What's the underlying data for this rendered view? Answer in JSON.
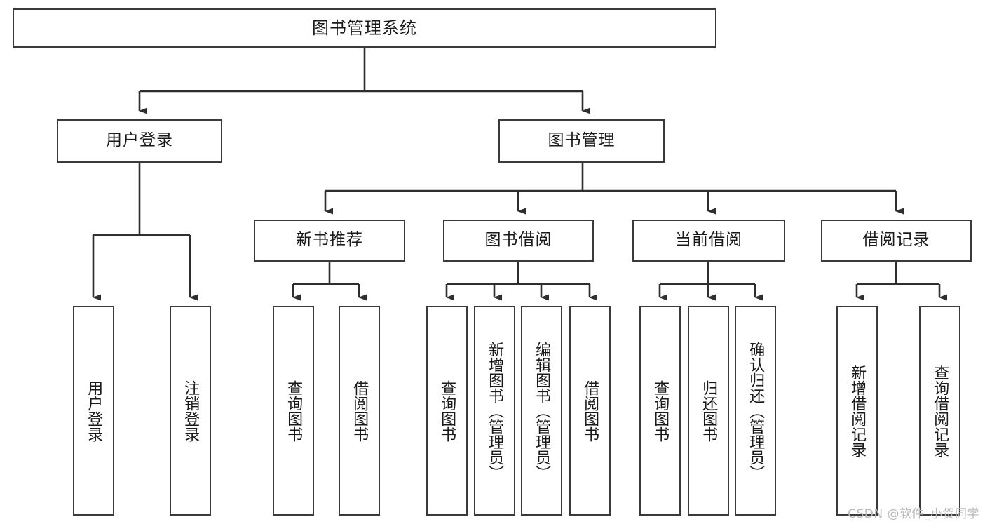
{
  "diagram": {
    "type": "hierarchy-tree",
    "title_node": "图书管理系统",
    "orientation": "top-down",
    "watermark": "CSDN @软件_小贺同学",
    "colors": {
      "background": "#ffffff",
      "node_border": "#3a3a3a",
      "node_fill": "#ffffff",
      "edge": "#2e2e2e",
      "text": "#1a1a1a",
      "watermark": "#b9b9b9"
    },
    "levels": {
      "root": "图书管理系统",
      "level2": [
        "用户登录",
        "图书管理"
      ],
      "level3": [
        "新书推荐",
        "图书借阅",
        "当前借阅",
        "借阅记录"
      ],
      "leaves": [
        "用户登录",
        "注销登录",
        "查询图书",
        "借阅图书",
        "查询图书",
        "新增图书（管理员）",
        "编辑图书（管理员）",
        "借阅图书",
        "查询图书",
        "归还图书",
        "确认归还（管理员）",
        "新增借阅记录",
        "查询借阅记录"
      ]
    },
    "nodes": {
      "root": {
        "label": "图书管理系统"
      },
      "user_login": {
        "label": "用户登录"
      },
      "book_manage": {
        "label": "图书管理"
      },
      "new_book_rec": {
        "label": "新书推荐"
      },
      "book_borrow": {
        "label": "图书借阅"
      },
      "current_borrow": {
        "label": "当前借阅"
      },
      "borrow_record": {
        "label": "借阅记录"
      },
      "leaf_user_login": {
        "label": "用户登录"
      },
      "leaf_logout": {
        "label": "注销登录"
      },
      "leaf_query_book_1": {
        "label": "查询图书"
      },
      "leaf_borrow_book_1": {
        "label": "借阅图书"
      },
      "leaf_query_book_2": {
        "label": "查询图书"
      },
      "leaf_add_book_admin": {
        "label": "新增图书（管理员）"
      },
      "leaf_edit_book_admin": {
        "label": "编辑图书（管理员）"
      },
      "leaf_borrow_book_2": {
        "label": "借阅图书"
      },
      "leaf_query_book_3": {
        "label": "查询图书"
      },
      "leaf_return_book": {
        "label": "归还图书"
      },
      "leaf_confirm_return_admin": {
        "label": "确认归还（管理员）"
      },
      "leaf_add_borrow_record": {
        "label": "新增借阅记录"
      },
      "leaf_query_borrow_record": {
        "label": "查询借阅记录"
      }
    }
  }
}
